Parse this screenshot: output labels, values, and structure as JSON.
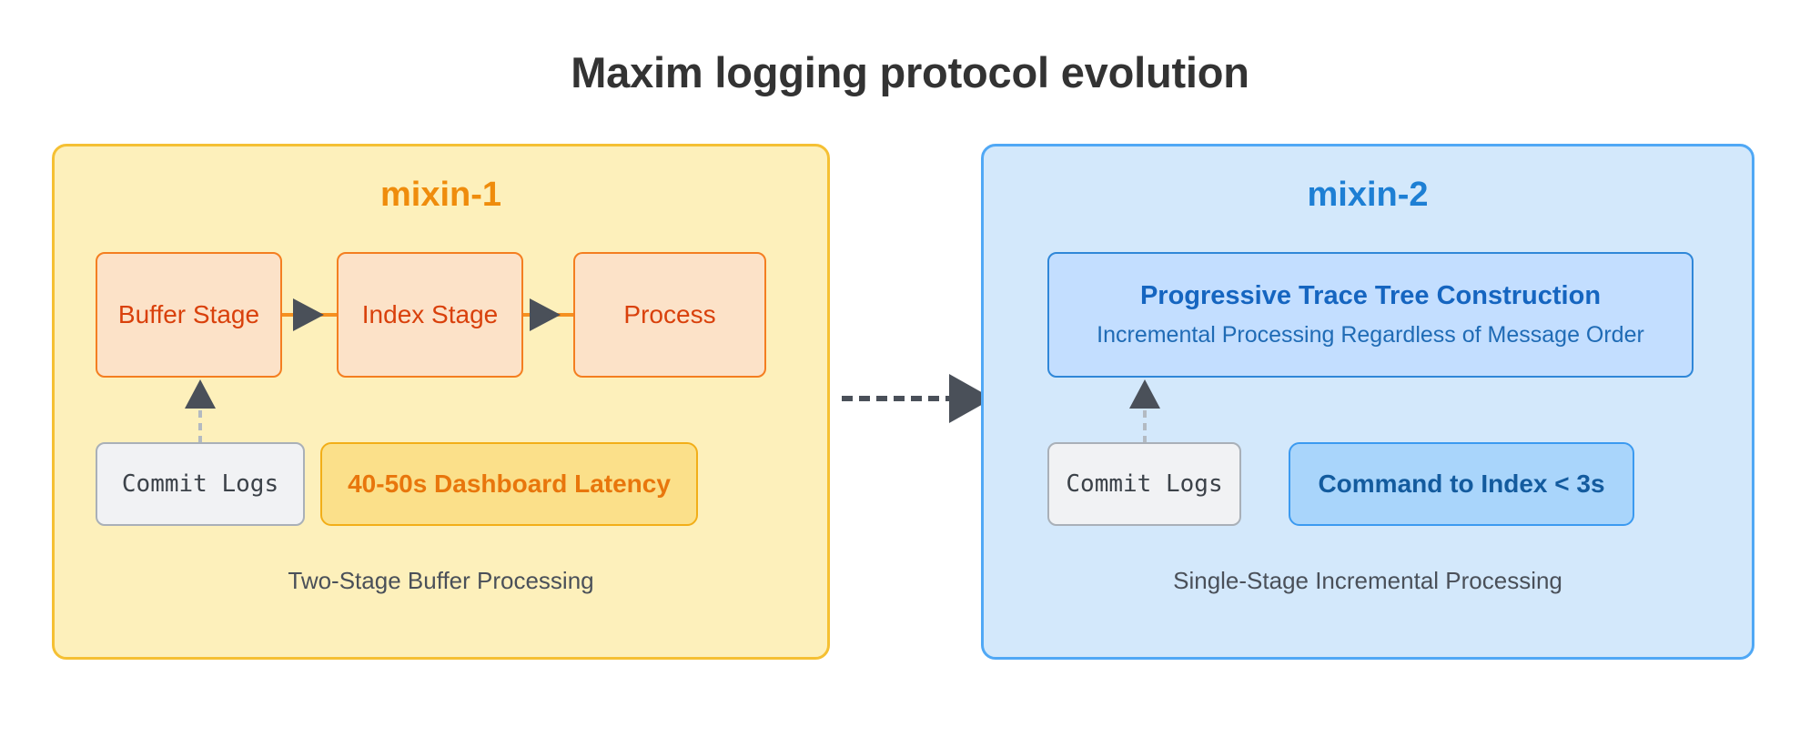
{
  "title": "Maxim logging protocol evolution",
  "left_panel": {
    "title": "mixin-1",
    "caption": "Two-Stage Buffer Processing",
    "stages": [
      {
        "label": "Buffer Stage"
      },
      {
        "label": "Index Stage"
      },
      {
        "label": "Process"
      }
    ],
    "commit_logs_label": "Commit Logs",
    "badge_label": "40-50s Dashboard Latency",
    "colors": {
      "panel_fill": "#fdf0bb",
      "panel_border": "#f5c033",
      "title": "#ef8c0c",
      "stage_fill": "#fce2c8",
      "stage_border": "#f47e20",
      "stage_text": "#d9400b",
      "badge_fill": "#fbe08a",
      "badge_border": "#f2ae18",
      "badge_text": "#e8760c"
    }
  },
  "right_panel": {
    "title": "mixin-2",
    "caption": "Single-Stage Incremental Processing",
    "trace_card": {
      "title": "Progressive Trace Tree Construction",
      "subtitle": "Incremental Processing Regardless of Message Order"
    },
    "commit_logs_label": "Commit Logs",
    "badge_label": "Command to Index < 3s",
    "colors": {
      "panel_fill": "#d3e8fb",
      "panel_border": "#50a8f5",
      "title": "#1d7fd4",
      "card_fill": "#c3deff",
      "card_border": "#2f87d8",
      "card_title_text": "#1565c0",
      "card_subtitle_text": "#1f6bb5",
      "badge_fill": "#a9d5fb",
      "badge_border": "#3b9af0",
      "badge_text": "#135b9e"
    }
  },
  "connectors": {
    "arrow_color": "#4a5059",
    "stage_link_color": "#f59020",
    "dashed_commit_color": "#b3bac2"
  },
  "shared": {
    "commit_box_fill": "#f1f2f4",
    "commit_box_border": "#a9b0b8",
    "commit_box_text": "#3c4249",
    "caption_text": "#4a5059",
    "title_text": "#333333",
    "background": "#ffffff"
  }
}
